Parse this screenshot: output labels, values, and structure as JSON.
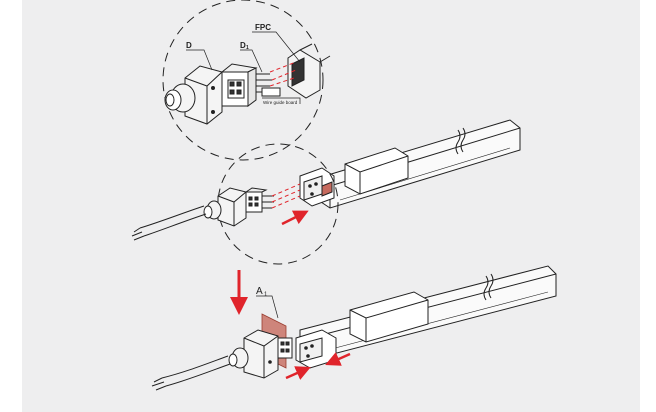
{
  "labels": {
    "connector": "D",
    "terminal": "D",
    "terminal_sub": "1",
    "fpc": "FPC",
    "guide": "Wire guide board",
    "position": "A",
    "position_sub": "1"
  },
  "colors": {
    "panel": "#eeeeef",
    "line": "#222222",
    "arrow": "#e0242b",
    "plate": "#c66a5e"
  }
}
